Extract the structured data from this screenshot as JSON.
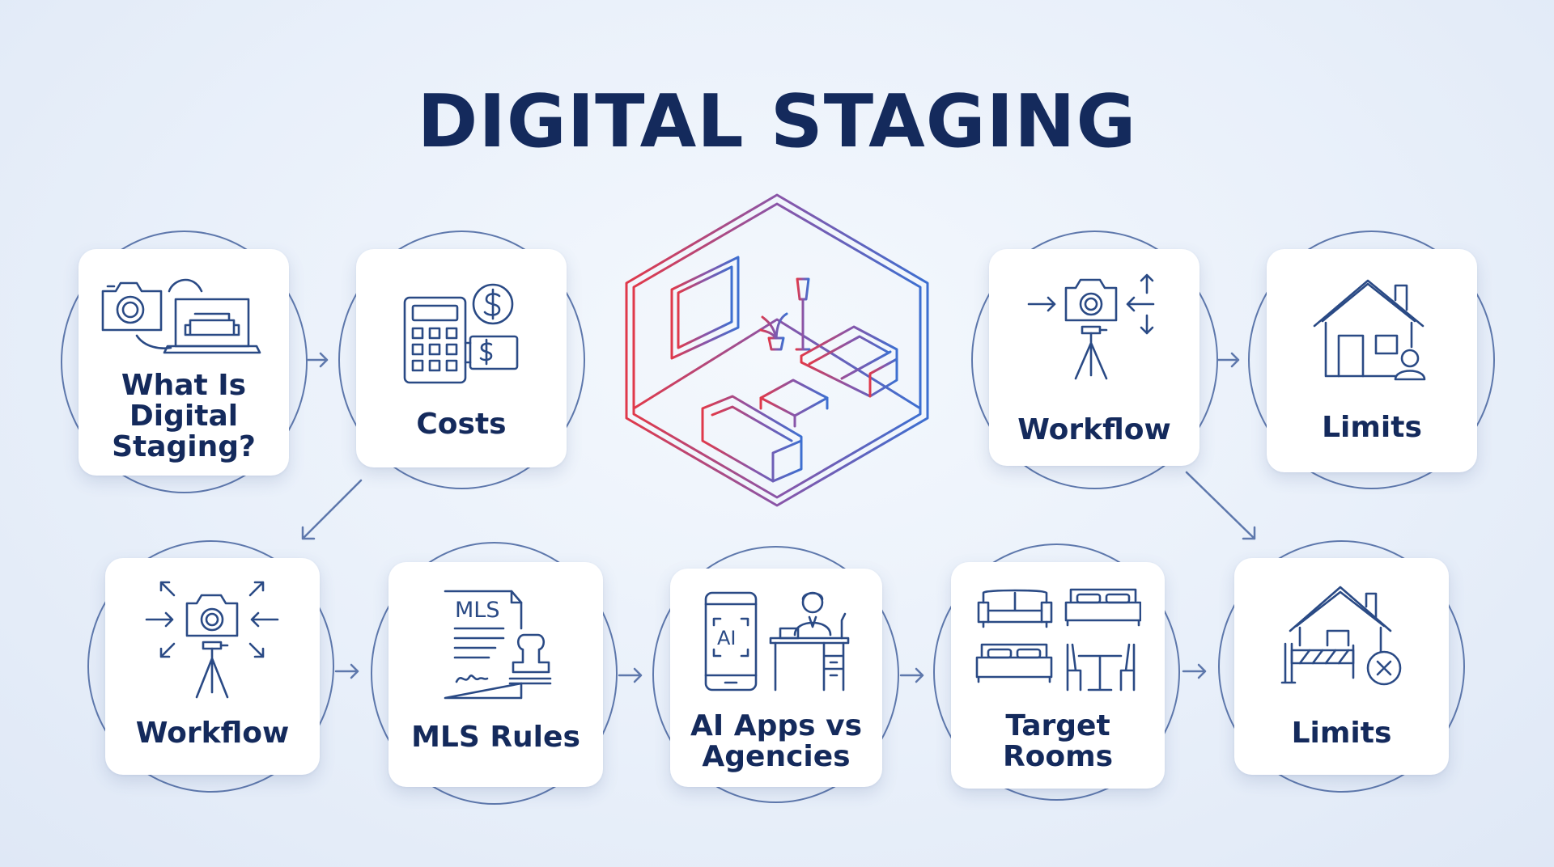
{
  "title": "DIGITAL STAGING",
  "colors": {
    "navy": "#142a5c",
    "icon": "#2a4a85",
    "ring": "#5e78ac",
    "accent_red": "#e0394a",
    "accent_blue": "#3d6fd0"
  },
  "cards": [
    {
      "id": "what-is",
      "lines": [
        "What Is",
        "Digital",
        "Staging?"
      ],
      "icon": "camera-laptop-icon"
    },
    {
      "id": "costs",
      "lines": [
        "Costs"
      ],
      "icon": "calculator-dollar-icon"
    },
    {
      "id": "workflow-top",
      "lines": [
        "Workflow"
      ],
      "icon": "camera-tripod-icon"
    },
    {
      "id": "limits-top",
      "lines": [
        "Limits"
      ],
      "icon": "house-person-icon"
    },
    {
      "id": "workflow-bottom",
      "lines": [
        "Workflow"
      ],
      "icon": "camera-tripod-icon"
    },
    {
      "id": "mls-rules",
      "lines": [
        "MLS Rules"
      ],
      "icon": "mls-document-stamp-icon",
      "icon_text": "MLS"
    },
    {
      "id": "ai-apps",
      "lines": [
        "AI Apps vs",
        "Agencies"
      ],
      "icon": "phone-ai-desk-icon",
      "icon_text": "AI"
    },
    {
      "id": "target-rooms",
      "lines": [
        "Target",
        "Rooms"
      ],
      "icon": "room-furniture-icon"
    },
    {
      "id": "limits-bottom",
      "lines": [
        "Limits"
      ],
      "icon": "house-barrier-icon"
    }
  ],
  "center_icon": "isometric-room-icon"
}
